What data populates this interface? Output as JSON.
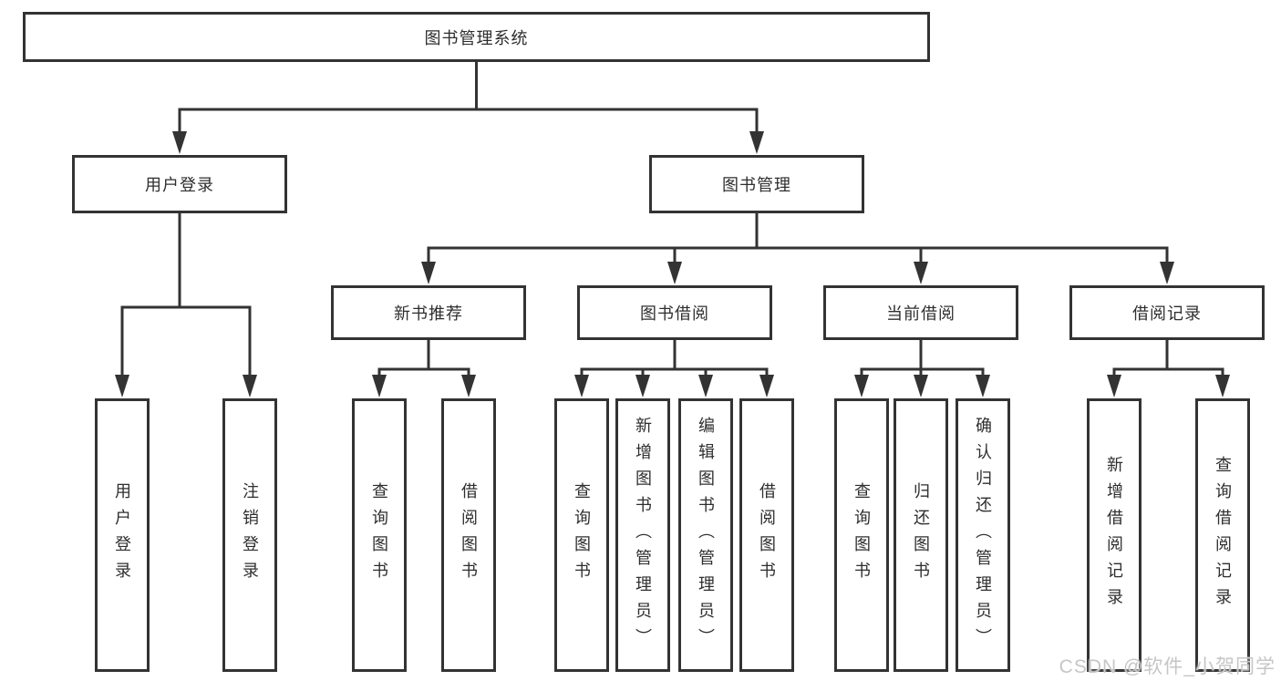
{
  "diagram": {
    "type": "tree-diagram",
    "root": {
      "label": "图书管理系统"
    },
    "branches": [
      {
        "label": "用户登录",
        "parent": "图书管理系统"
      },
      {
        "label": "图书管理",
        "parent": "图书管理系统"
      }
    ],
    "sections": [
      {
        "label": "新书推荐",
        "parent": "图书管理"
      },
      {
        "label": "图书借阅",
        "parent": "图书管理"
      },
      {
        "label": "当前借阅",
        "parent": "图书管理"
      },
      {
        "label": "借阅记录",
        "parent": "图书管理"
      }
    ],
    "leaves": [
      {
        "label": "用户登录",
        "parent": "用户登录"
      },
      {
        "label": "注销登录",
        "parent": "用户登录"
      },
      {
        "label": "查询图书",
        "parent": "新书推荐"
      },
      {
        "label": "借阅图书",
        "parent": "新书推荐"
      },
      {
        "label": "查询图书",
        "parent": "图书借阅"
      },
      {
        "label": "新增图书（管理员）",
        "parent": "图书借阅"
      },
      {
        "label": "编辑图书（管理员）",
        "parent": "图书借阅"
      },
      {
        "label": "借阅图书",
        "parent": "图书借阅"
      },
      {
        "label": "查询图书",
        "parent": "当前借阅"
      },
      {
        "label": "归还图书",
        "parent": "当前借阅"
      },
      {
        "label": "确认归还（管理员）",
        "parent": "当前借阅"
      },
      {
        "label": "新增借阅记录",
        "parent": "借阅记录"
      },
      {
        "label": "查询借阅记录",
        "parent": "借阅记录"
      }
    ]
  },
  "watermark": {
    "text": "CSDN @软件_小贺同学"
  },
  "colors": {
    "line": "#333333",
    "border": "#333333",
    "text": "#2e2e2e",
    "watermark": "#c6c6c6",
    "background": "#ffffff"
  }
}
